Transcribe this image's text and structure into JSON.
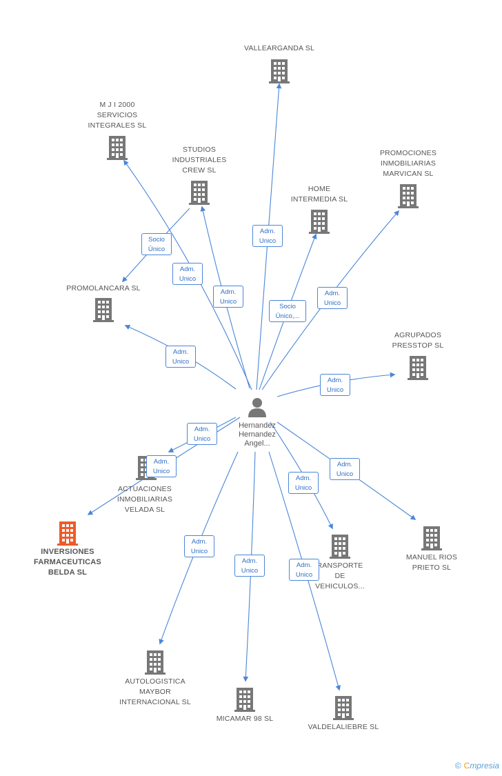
{
  "center": {
    "name_lines": "Hernandez\nHernandez\nAngel..."
  },
  "companies": {
    "vallearganda": "VALLEARGANDA SL",
    "mji2000": "M J I 2000\nSERVICIOS\nINTEGRALES SL",
    "studios": "STUDIOS\nINDUSTRIALES\nCREW SL",
    "promociones": "PROMOCIONES\nINMOBILIARIAS\nMARVICAN SL",
    "home": "HOME\nINTERMEDIA SL",
    "promolancara": "PROMOLANCARA SL",
    "agrupados": "AGRUPADOS\nPRESSTOP SL",
    "actuaciones": "ACTUACIONES\nINMOBILIARIAS\nVELADA SL",
    "inversiones": "INVERSIONES\nFARMACEUTICAS\nBELDA SL",
    "manuel": "MANUEL RIOS\nPRIETO SL",
    "transporte": "RANSPORTE\nDE\nVEHICULOS...",
    "autologistica": "AUTOLOGISTICA\nMAYBOR\nINTERNACIONAL SL",
    "micamar": "MICAMAR 98 SL",
    "valdelaliebre": "VALDELALIEBRE SL"
  },
  "edge_labels": {
    "vallearganda": "Adm.\nUnico",
    "mji": "Adm.\nUnico",
    "studios": "Adm.\nUnico",
    "studios_promolancara": "Socio\nÚnico",
    "home": "Socio\nÚnico,...",
    "promociones": "Adm.\nUnico",
    "promolancara": "Adm.\nUnico",
    "agrupados": "Adm.\nUnico",
    "actuaciones": "Adm.\nUnico",
    "inversiones": "Adm.\nUnico",
    "manuel": "Adm.\nUnico",
    "transporte": "Adm.\nUnico",
    "autologistica": "Adm.\nUnico",
    "micamar": "Adm.\nUnico",
    "valdelaliebre": "Adm.\nUnico"
  },
  "colors": {
    "edge": "#4a86d8",
    "icon": "#777777",
    "highlight": "#f05a28"
  },
  "brand": {
    "copyright": "©",
    "name_first": "C",
    "name_rest": "mpresia"
  }
}
